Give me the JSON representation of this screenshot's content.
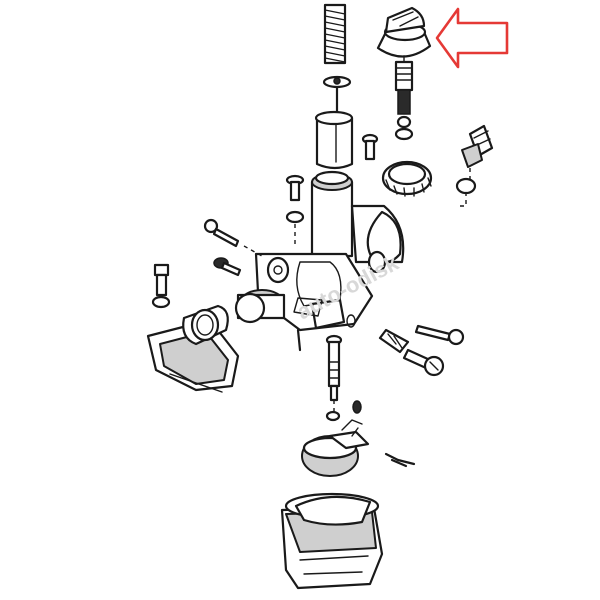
{
  "watermark": "auto-odisk",
  "colors": {
    "arrow": "#e53935",
    "line": "#1a1a1a",
    "shade": "#cfcfcf"
  },
  "highlight": {
    "target": "carburetor-top-cap",
    "indicator": "arrow-left"
  }
}
